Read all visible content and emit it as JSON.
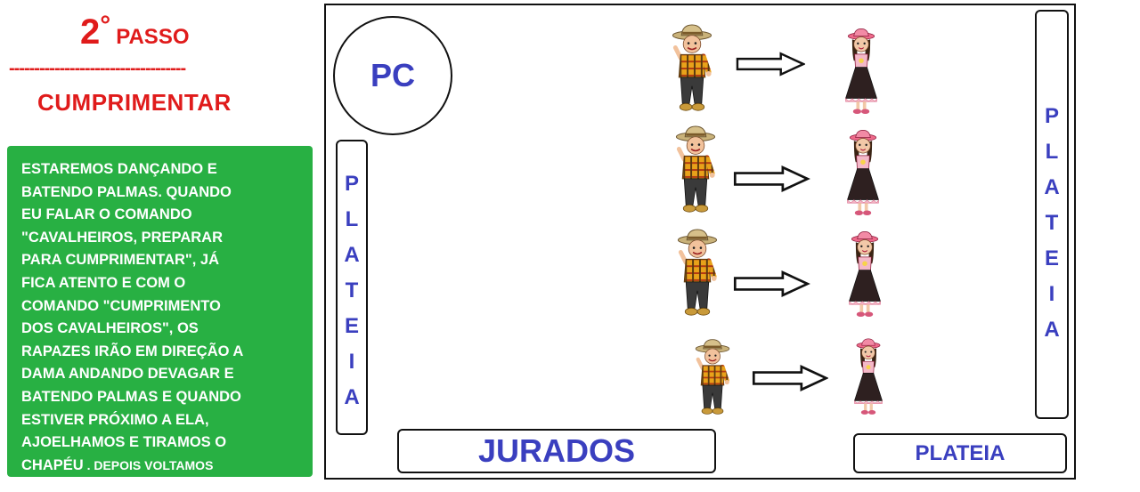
{
  "step": {
    "number": "2",
    "degree": "°",
    "word": "PASSO"
  },
  "divider": "-----------------------------------",
  "step_name": "CUMPRIMENTAR",
  "instruction": {
    "text": "ESTAREMOS DANÇANDO E\nBATENDO PALMAS. QUANDO\nEU FALAR O COMANDO\n\"CAVALHEIROS, PREPARAR\nPARA CUMPRIMENTAR\", JÁ\nFICA ATENTO E COM O\nCOMANDO \"CUMPRIMENTO\nDOS CAVALHEIROS\", OS\nRAPAZES IRÃO EM DIREÇÃO A\nDAMA ANDANDO DEVAGAR E\nBATENDO PALMAS E QUANDO\nESTIVER PRÓXIMO A ELA,\nAJOELHAMOS E TIRAMOS O\nCHAPÉU",
    "tail": " . DEPOIS VOLTAMOS"
  },
  "stage": {
    "pc_label": "PC",
    "plateia_left": [
      "P",
      "L",
      "A",
      "T",
      "E",
      "I",
      "A"
    ],
    "plateia_right": [
      "P",
      "L",
      "A",
      "T",
      "E",
      "I",
      "A"
    ],
    "jurados_label": "JURADOS",
    "plateia_bottom_label": "PLATEIA"
  },
  "figures": {
    "pairs": [
      {
        "boy": "boy-figure",
        "arrow": "right-arrow-icon",
        "girl": "girl-figure"
      },
      {
        "boy": "boy-figure",
        "arrow": "right-arrow-icon",
        "girl": "girl-figure"
      },
      {
        "boy": "boy-figure",
        "arrow": "right-arrow-icon",
        "girl": "girl-figure"
      },
      {
        "boy": "boy-figure",
        "arrow": "right-arrow-icon",
        "girl": "girl-figure"
      }
    ]
  },
  "colors": {
    "title_red": "#e01b1b",
    "panel_green": "#28b043",
    "label_blue": "#3a3fbf"
  }
}
